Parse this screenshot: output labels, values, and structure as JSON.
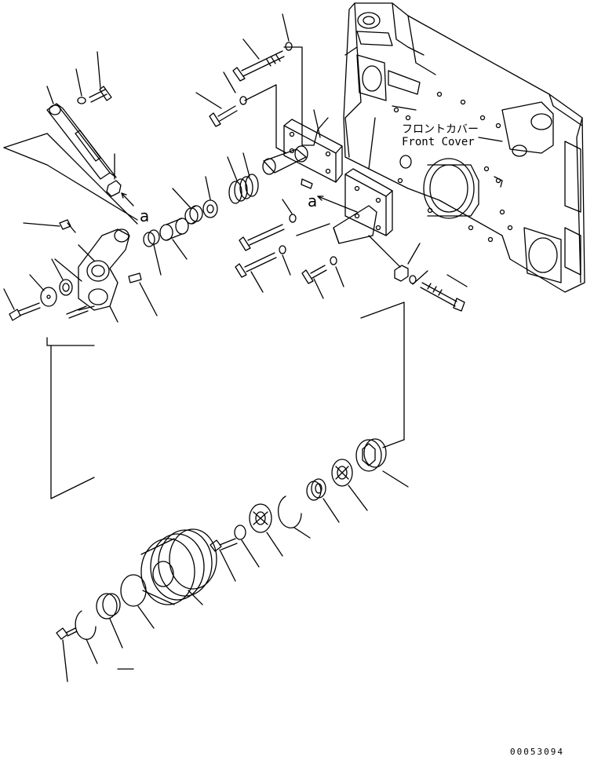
{
  "diagram": {
    "label_front_cover_jp": "フロントカバー",
    "label_front_cover_en": "Front Cover",
    "reference_mark_1": "a",
    "reference_mark_2": "a",
    "drawing_number": "00053094"
  },
  "colors": {
    "line": "#000000",
    "background": "#ffffff"
  }
}
